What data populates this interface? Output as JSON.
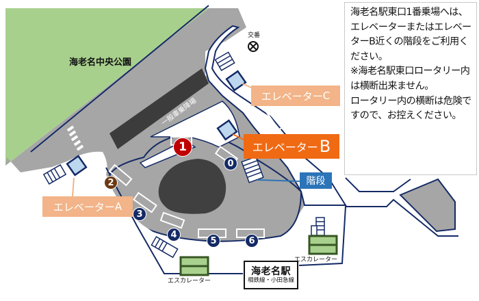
{
  "map": {
    "park_label": "海老名中央公園",
    "koban_label": "交番",
    "pickup_area_label": "一般車乗降場",
    "callouts": {
      "elevator_a": {
        "text": "エレベーター",
        "suffix": "A",
        "color": "#f2b488"
      },
      "elevator_b": {
        "text": "エレベーター",
        "suffix": "B",
        "color": "#f06a14"
      },
      "elevator_c": {
        "text": "エレベーター",
        "suffix": "C",
        "color": "#f2b488"
      },
      "stairs": {
        "text": "階段",
        "color": "#2c74b8"
      }
    },
    "escalator_labels": [
      "エスカレーター",
      "エスカレーター"
    ],
    "station": {
      "name": "海老名駅",
      "lines": "相鉄線・小田急線"
    },
    "bus_stops": [
      {
        "number": "0",
        "color": "#142a66"
      },
      {
        "number": "1",
        "color": "#c00000"
      },
      {
        "number": "2",
        "color": "#6b3a12"
      },
      {
        "number": "3",
        "color": "#142a66"
      },
      {
        "number": "4",
        "color": "#142a66"
      },
      {
        "number": "5",
        "color": "#142a66"
      },
      {
        "number": "6",
        "color": "#142a66"
      }
    ],
    "colors": {
      "park": "#a8d08d",
      "road": "#a6a6a6",
      "island": "#404040",
      "outline": "#142a66",
      "elevator": "#bdd7ee",
      "escalator": "#a9d18e"
    }
  },
  "notice": {
    "text": "海老名駅東口1番乗場へは、エレベーターまたはエレベーターB近くの階段をご利用ください。\n※海老名駅東口ロータリー内は横断出来ません。\nロータリー内の横断は危険ですので、お控えください。"
  }
}
